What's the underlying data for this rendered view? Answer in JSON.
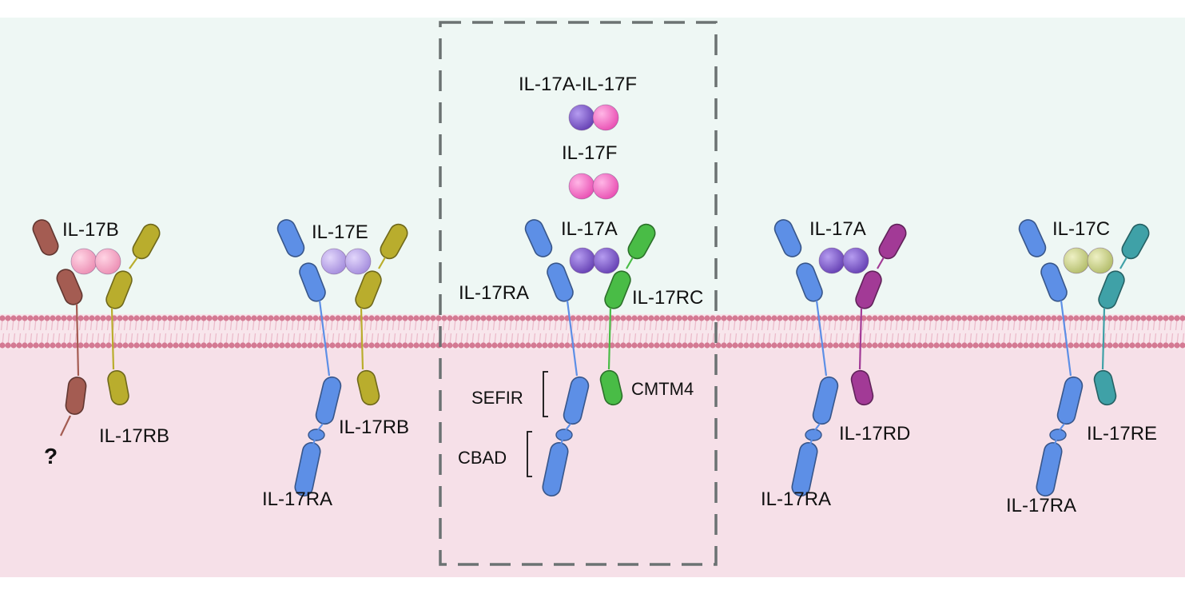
{
  "colors": {
    "extracellular": "#eef7f4",
    "intracellular": "#f6e0e8",
    "membrane_head": "#d47a93",
    "membrane_tail": "#ecbccb",
    "dashed_box": "#6b7272",
    "il17rb_brown": "#a45c52",
    "il17rb_olive": "#b9ad2d",
    "il17ra_blue": "#5d8fe6",
    "il17rc_green": "#49bc46",
    "il17rd_purple": "#a23a96",
    "il17re_teal": "#3fa1a7",
    "cytokine_pink": "#f06fc0",
    "cytokine_lightpink": "#f3a5c4",
    "cytokine_lavender": "#b7a0e6",
    "cytokine_purple": "#7b55c4",
    "cytokine_olive": "#c6cf84"
  },
  "complexes": [
    {
      "ligand": "IL-17B",
      "receptor_left": "?",
      "receptor_right": "IL-17RB"
    },
    {
      "ligand": "IL-17E",
      "receptor_left": "IL-17RA",
      "receptor_right": "IL-17RB"
    },
    {
      "ligand": "IL-17A",
      "receptor_left": "IL-17RA",
      "receptor_right": "IL-17RC",
      "extra_ligands": [
        "IL-17A-IL-17F",
        "IL-17F"
      ],
      "domains": [
        "SEFIR",
        "CBAD"
      ],
      "coreceptor": "CMTM4"
    },
    {
      "ligand": "IL-17A",
      "receptor_left": "IL-17RA",
      "receptor_right": "IL-17RD"
    },
    {
      "ligand": "IL-17C",
      "receptor_left": "IL-17RA",
      "receptor_right": "IL-17RE"
    }
  ]
}
